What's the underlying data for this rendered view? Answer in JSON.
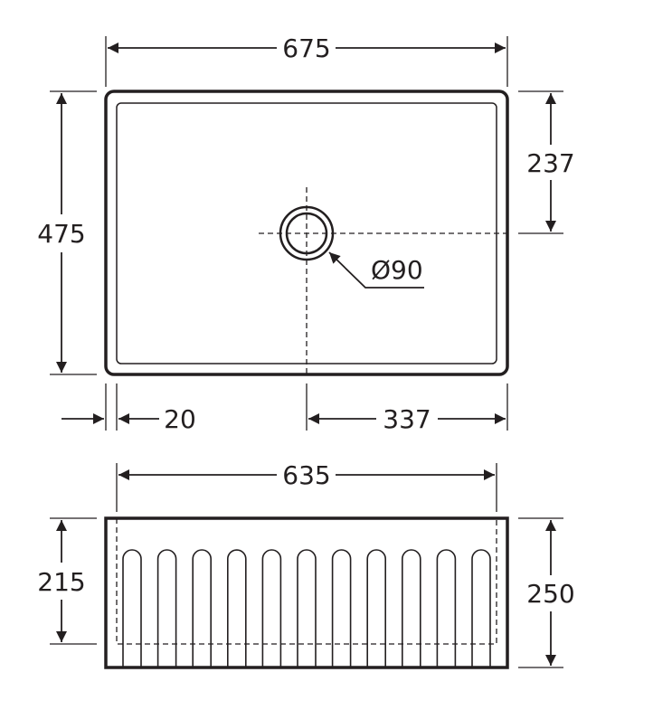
{
  "top_view": {
    "overall_width": "675",
    "overall_depth": "475",
    "waste_offset_top": "237",
    "waste_diameter": "Ø90",
    "rim_thickness": "20",
    "waste_offset_right": "337"
  },
  "front_view": {
    "inner_width": "635",
    "inner_height": "215",
    "overall_height": "250",
    "flute_count": 11
  },
  "colors": {
    "ink": "#231f20",
    "background": "#ffffff"
  }
}
